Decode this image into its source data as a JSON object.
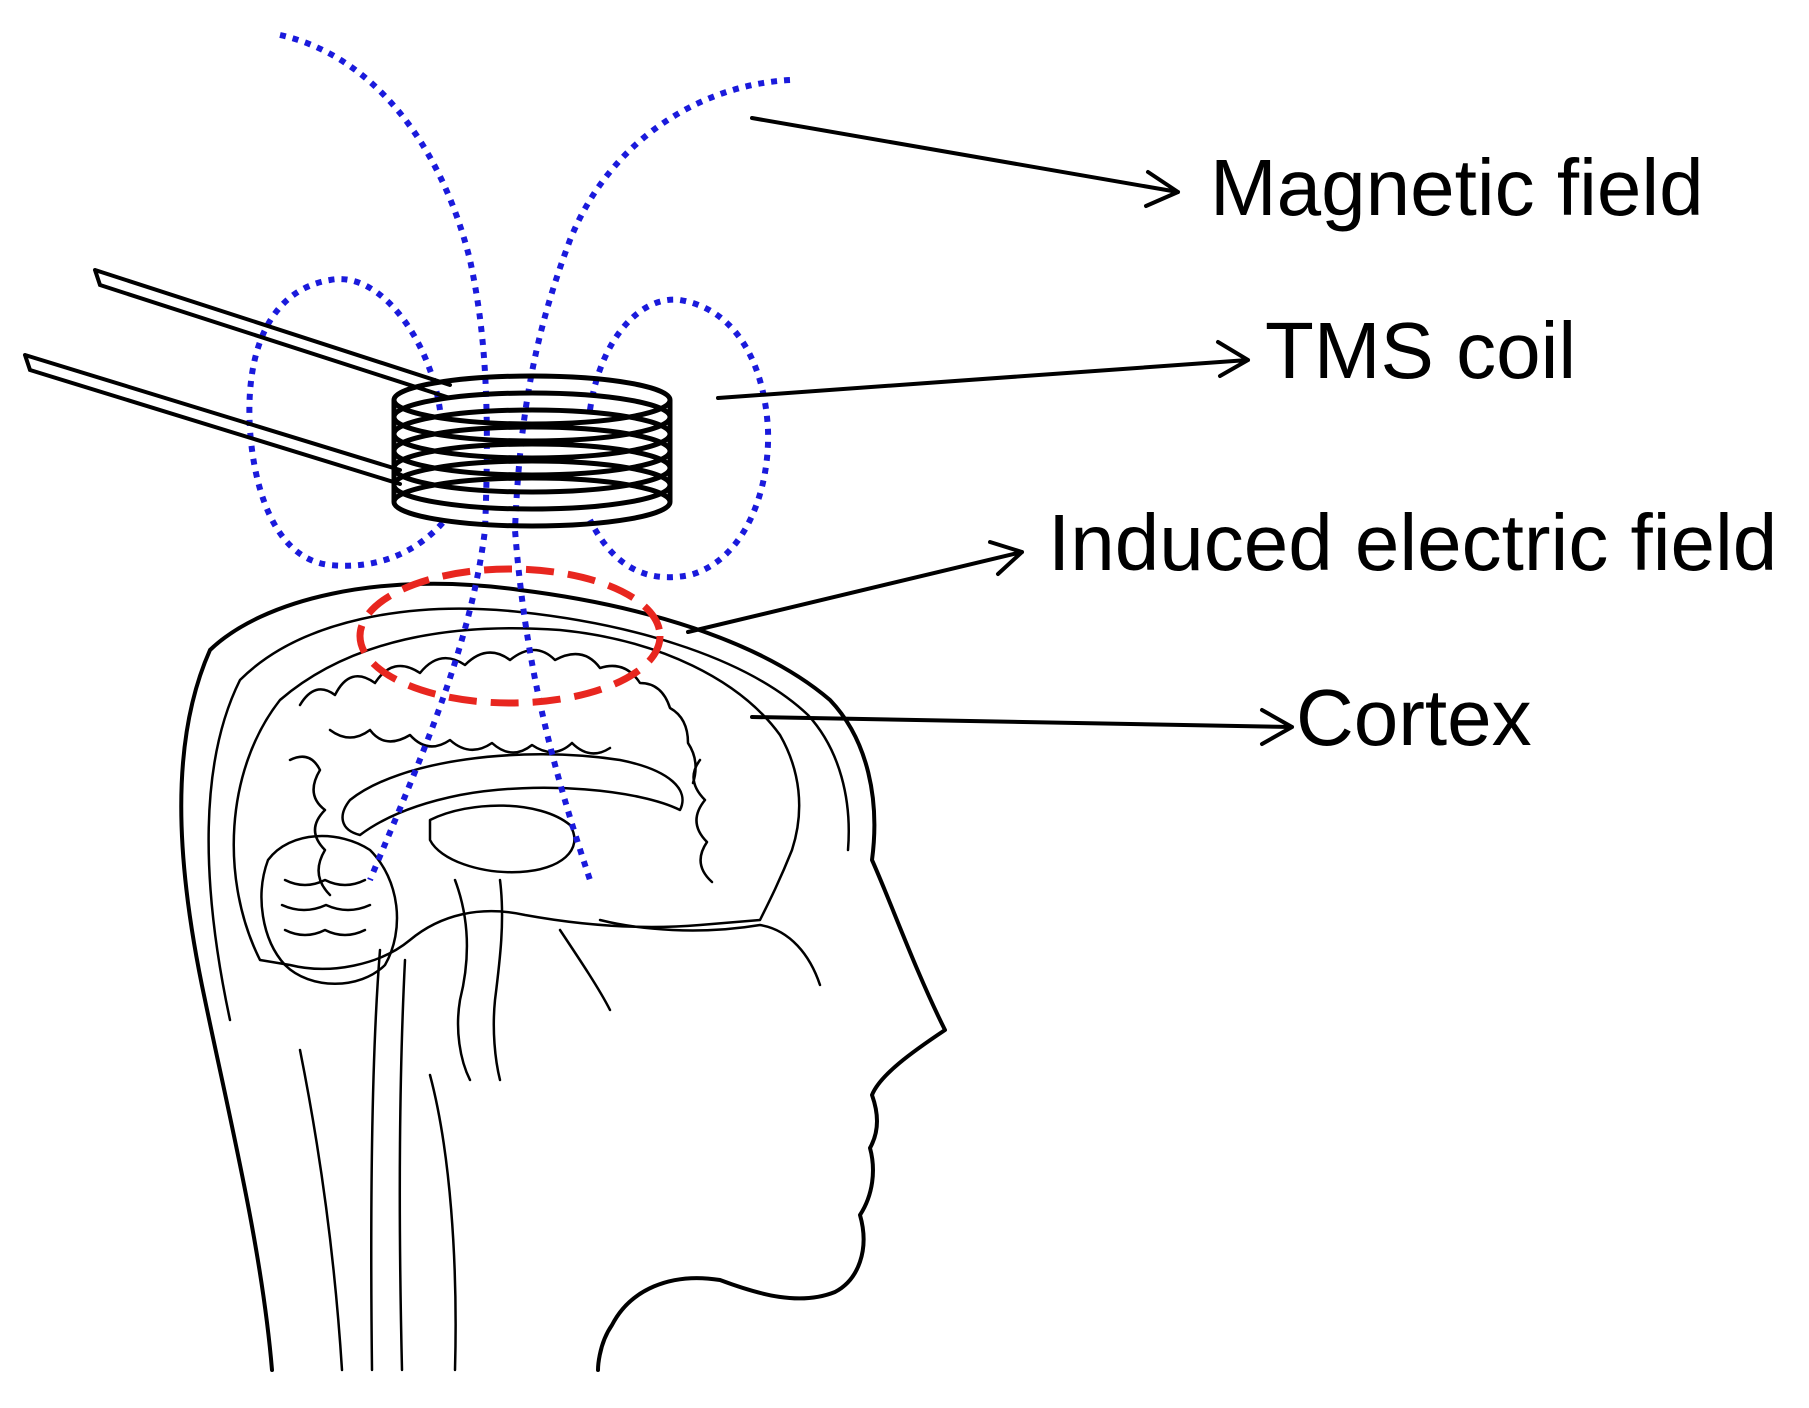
{
  "labels": {
    "magnetic_field": "Magnetic field",
    "tms_coil": "TMS coil",
    "induced_electric_field": "Induced electric field",
    "cortex": "Cortex"
  },
  "colors": {
    "magnetic_field_lines": "#1a1adc",
    "induced_field_loop": "#e8261f",
    "line_art": "#000000",
    "background": "#ffffff"
  }
}
